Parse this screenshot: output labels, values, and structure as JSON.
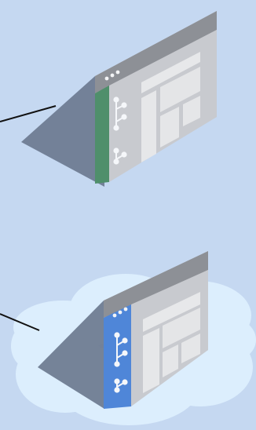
{
  "scene": {
    "background_color": "#c5d8f1",
    "upper_illustration": {
      "kind": "isometric-app-window",
      "sidebar_color": "#4f8f6b",
      "titlebar_dots": 3,
      "has_cloud": false
    },
    "lower_illustration": {
      "kind": "isometric-app-window",
      "sidebar_color": "#4f86d8",
      "titlebar_dots": 3,
      "has_cloud": true,
      "cloud_color": "#dceefd"
    },
    "icons": [
      "branch-icon",
      "node-icon",
      "window-dots-icon"
    ]
  }
}
